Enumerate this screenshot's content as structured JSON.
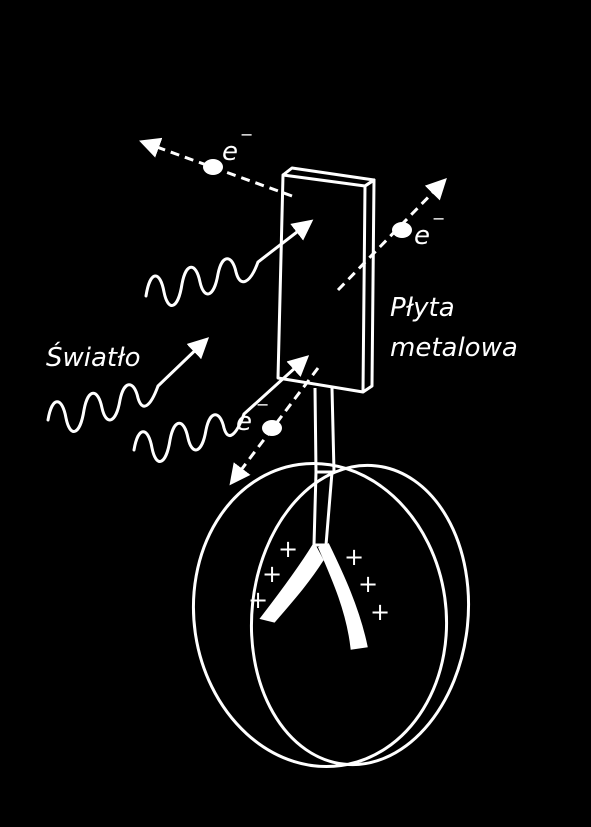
{
  "labels": {
    "light": "Światło",
    "plate_line1": "Płyta",
    "plate_line2": "metalowa",
    "electron": "e",
    "electron_sign": "−",
    "plus": "+"
  },
  "colors": {
    "background": "#000000",
    "stroke": "#ffffff"
  }
}
